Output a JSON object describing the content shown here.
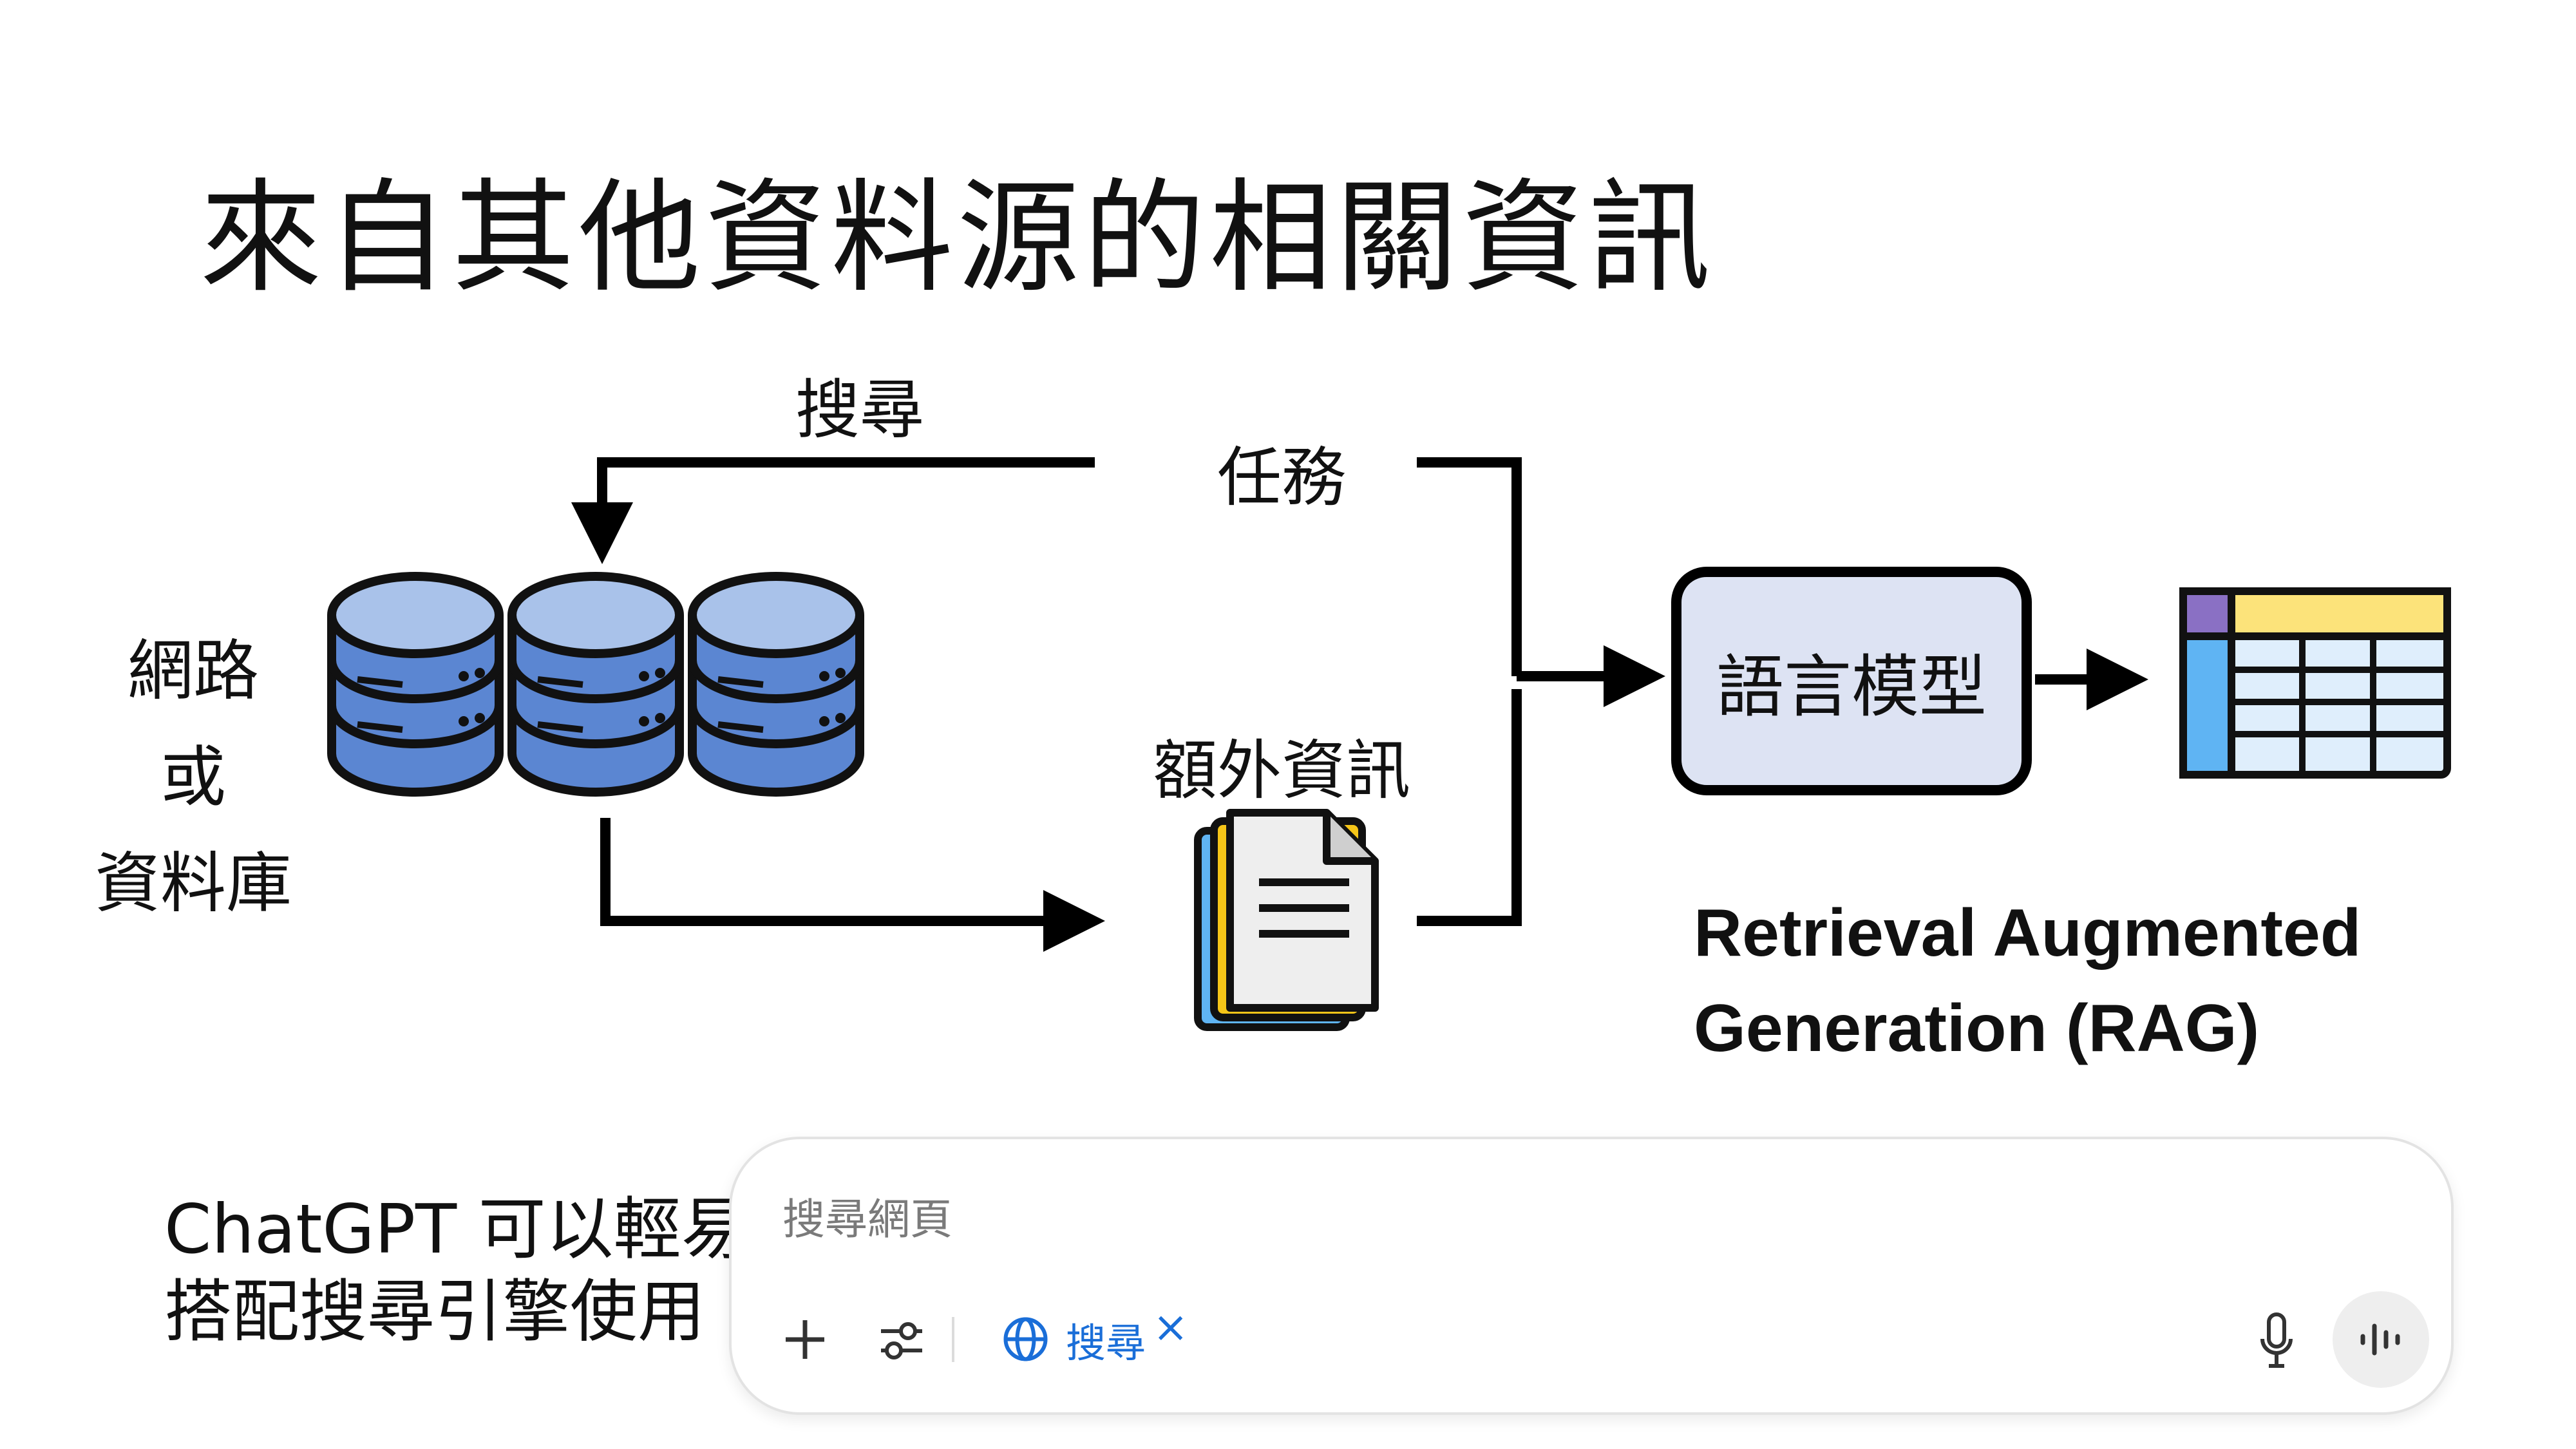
{
  "title": "來自其他資料源的相關資訊",
  "diagram": {
    "search_label": "搜尋",
    "task_label": "任務",
    "db_label_line1": "網路 或",
    "db_label_line2": "資料庫",
    "extra_info_label": "額外資訊",
    "model_label": "語言模型",
    "rag_line1": "Retrieval Augmented",
    "rag_line2": "Generation (RAG)"
  },
  "caption": {
    "line1": "ChatGPT 可以輕易",
    "line2": "搭配搜尋引擎使用"
  },
  "searchbar": {
    "placeholder": "搜尋網頁",
    "chip_label": "搜尋",
    "chip_close": "×",
    "icons": [
      "plus-icon",
      "tune-icon",
      "globe-icon",
      "mic-icon",
      "voice-wave-icon"
    ]
  },
  "colors": {
    "database_fill": "#5b86d2",
    "database_top": "#a9c2ea",
    "model_fill": "#dde3f3",
    "table_header": "#fce37a",
    "table_corner": "#8a70c4",
    "table_side": "#5fb4f3",
    "table_cells": "#dfeefc",
    "doc_yellow": "#f5c518",
    "doc_blue": "#5fb4f3",
    "chip_blue": "#1a6ed8"
  }
}
